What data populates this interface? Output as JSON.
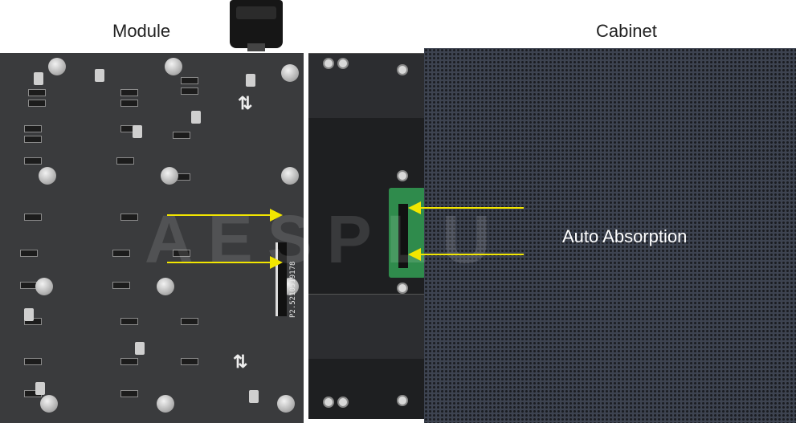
{
  "labels": {
    "module": "Module",
    "cabinet": "Cabinet",
    "annotation": "Auto Absorption"
  },
  "pcb_print": "P2.5210519178",
  "colors": {
    "arrow": "#f2e600",
    "pcb": "#3a3b3d",
    "led_panel": "#3d4350",
    "frame": "#1e1f21"
  }
}
